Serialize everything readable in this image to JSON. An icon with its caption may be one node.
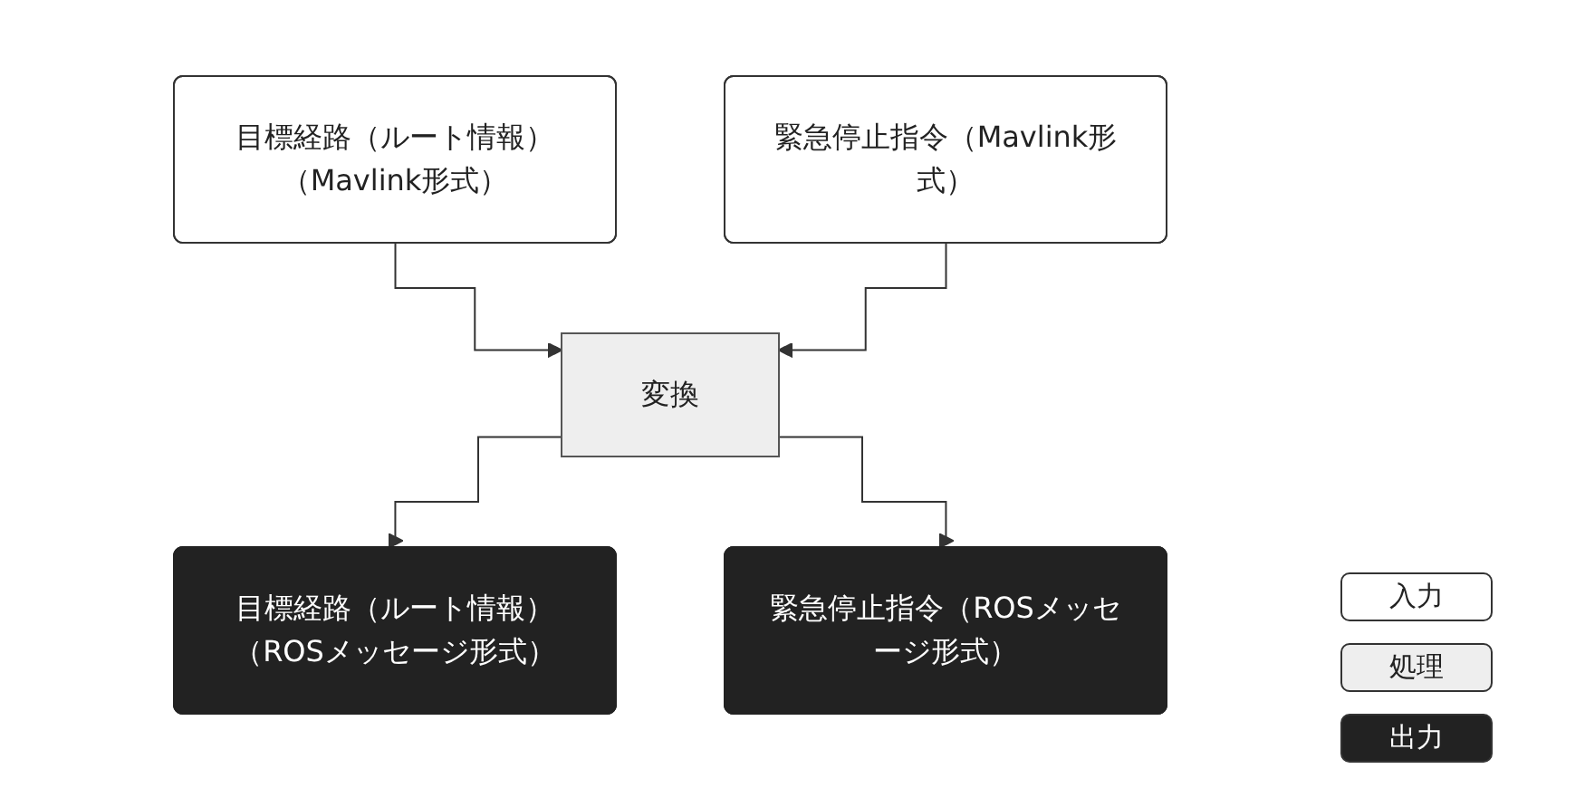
{
  "diagram": {
    "nodes": [
      {
        "text": [
          "目標経路（ルート情報）（Mavlink形式）"
        ]
      },
      {
        "text": [
          "緊急停止指令（Mavlink形式）"
        ]
      },
      {
        "text": [
          "変換"
        ]
      },
      {
        "text": [
          "目標経路（ルート情報）（ROSメッセージ形式）"
        ]
      },
      {
        "text": [
          "緊急停止指令（ROSメッセージ形式）"
        ]
      }
    ],
    "edges": [
      {
        "from": 0,
        "to": 2,
        "arrow": "to"
      },
      {
        "from": 1,
        "to": 2,
        "arrow": "to"
      },
      {
        "from": 2,
        "to": 3,
        "arrow": "to"
      },
      {
        "from": 2,
        "to": 4,
        "arrow": "to"
      }
    ],
    "legend": [
      {
        "text": "入力",
        "color": "#ffffff"
      },
      {
        "text": "処理",
        "color": "#eeeeee"
      },
      {
        "text": "出力",
        "color": "#222222"
      }
    ]
  }
}
